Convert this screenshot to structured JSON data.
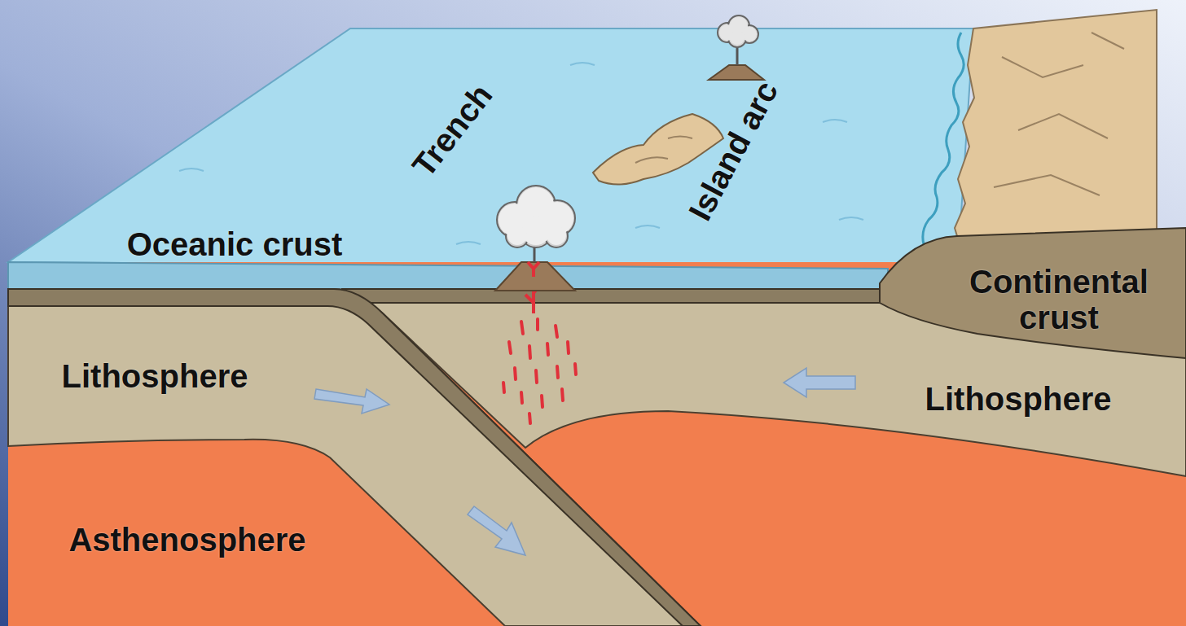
{
  "diagram": {
    "labels": [
      "Trench",
      "Island arc",
      "Oceanic crust",
      "Continental crust",
      "Lithosphere",
      "Lithosphere",
      "Asthenosphere"
    ]
  }
}
